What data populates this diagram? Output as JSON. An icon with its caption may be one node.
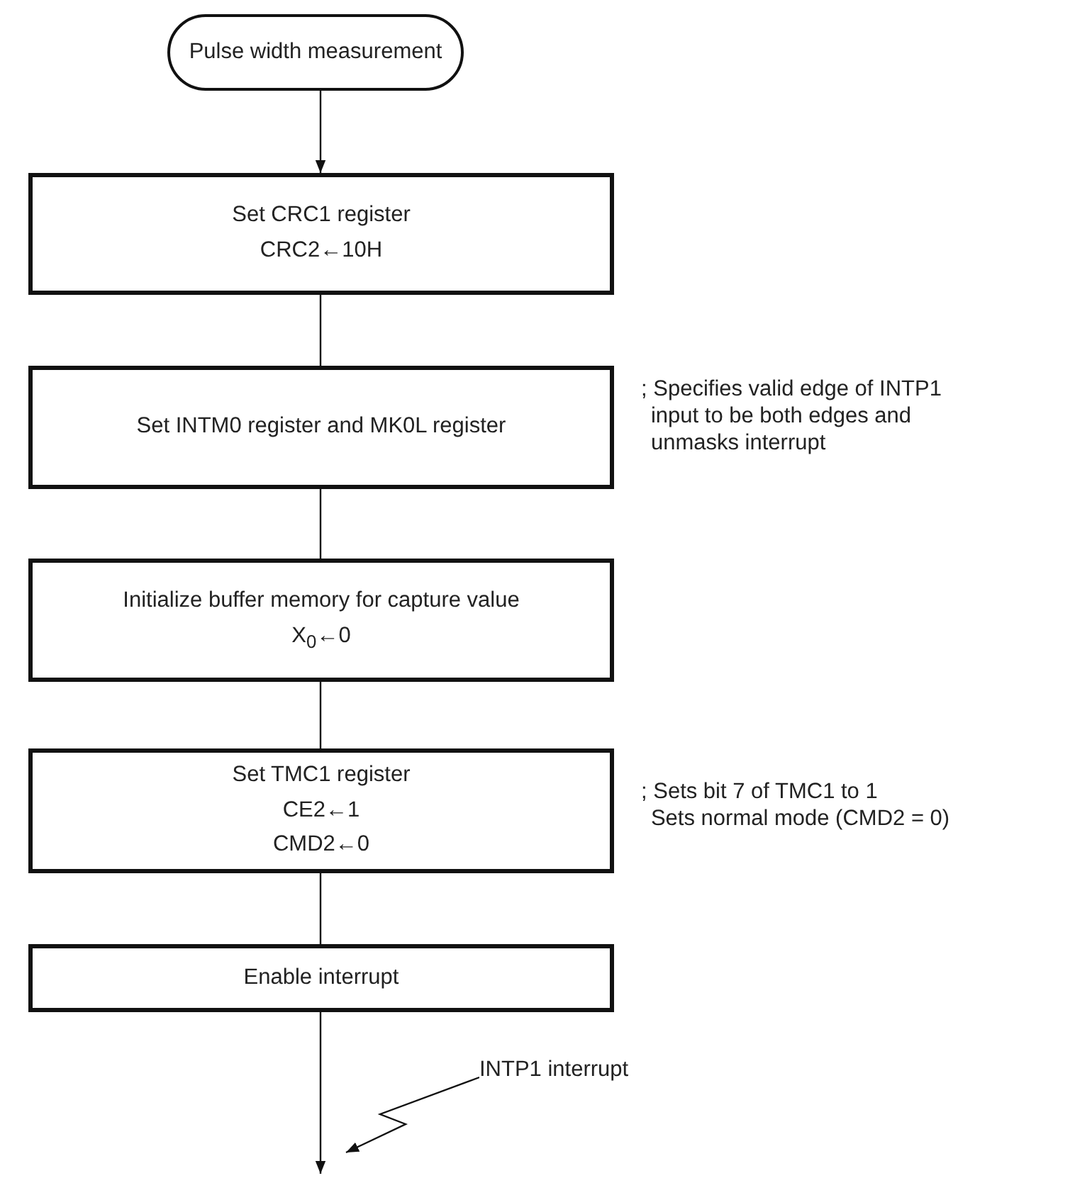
{
  "diagram": {
    "nodes": [
      {
        "text": [
          "Pulse width measurement"
        ]
      },
      {
        "text": [
          "Set CRC1 register",
          "CRC2←10H"
        ]
      },
      {
        "text": [
          "Set INTM0 register and MK0L register"
        ],
        "beside": [
          "; Specifies valid edge of INTP1 input to be both edges and unmasks interrupt"
        ]
      },
      {
        "text": [
          "Initialize buffer memory for capture value",
          "X$_{0}$←0"
        ]
      },
      {
        "text": [
          "Set TMC1 register",
          "CE2←1",
          "CMD2←0"
        ],
        "beside": [
          "; Sets bit 7 of TMC1 to 1",
          "Sets normal mode (CMD2 = 0)"
        ]
      },
      {
        "text": [
          "Enable interrupt"
        ]
      },
      {
        "text": [
          "INTP1 interrupt"
        ]
      }
    ],
    "edges": [
      {
        "from": 0,
        "to": 1,
        "arrow": "to"
      },
      {
        "from": 1,
        "to": 2,
        "arrow": "none"
      },
      {
        "from": 2,
        "to": 3,
        "arrow": "none"
      },
      {
        "from": 3,
        "to": 4,
        "arrow": "none"
      },
      {
        "from": 4,
        "to": 5,
        "arrow": "none"
      },
      {
        "from": 5,
        "to": null,
        "arrow": "to"
      },
      {
        "from": 6,
        "to": null,
        "arrow": "to"
      }
    ]
  }
}
